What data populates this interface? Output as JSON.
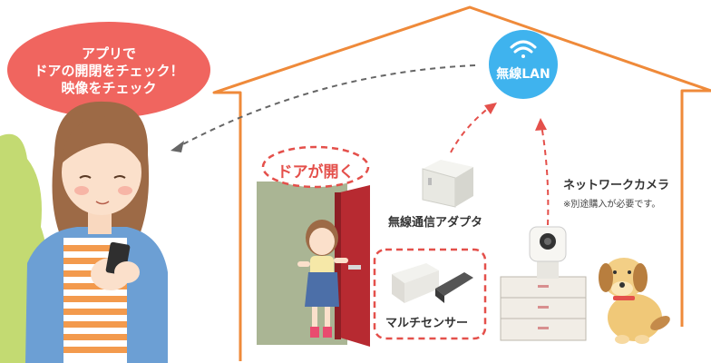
{
  "colors": {
    "house_outline": "#ef8a3a",
    "bubble_red": "#f0655f",
    "wifi_blue": "#3fb3ee",
    "accent_dashed": "#e4504b",
    "door_red": "#b72a31",
    "text_dark": "#333333"
  },
  "speech_bubble": {
    "line1": "アプリで",
    "line2": "ドアの開閉をチェック！",
    "line3": "映像をチェック"
  },
  "wifi": {
    "label": "無線LAN",
    "icon": "wifi-icon"
  },
  "door_event": {
    "label": "ドアが開く"
  },
  "adapter": {
    "label": "無線通信アダプタ"
  },
  "camera": {
    "label": "ネットワークカメラ",
    "note": "※別途購入が必要です。"
  },
  "sensor": {
    "label": "マルチセンサー"
  }
}
